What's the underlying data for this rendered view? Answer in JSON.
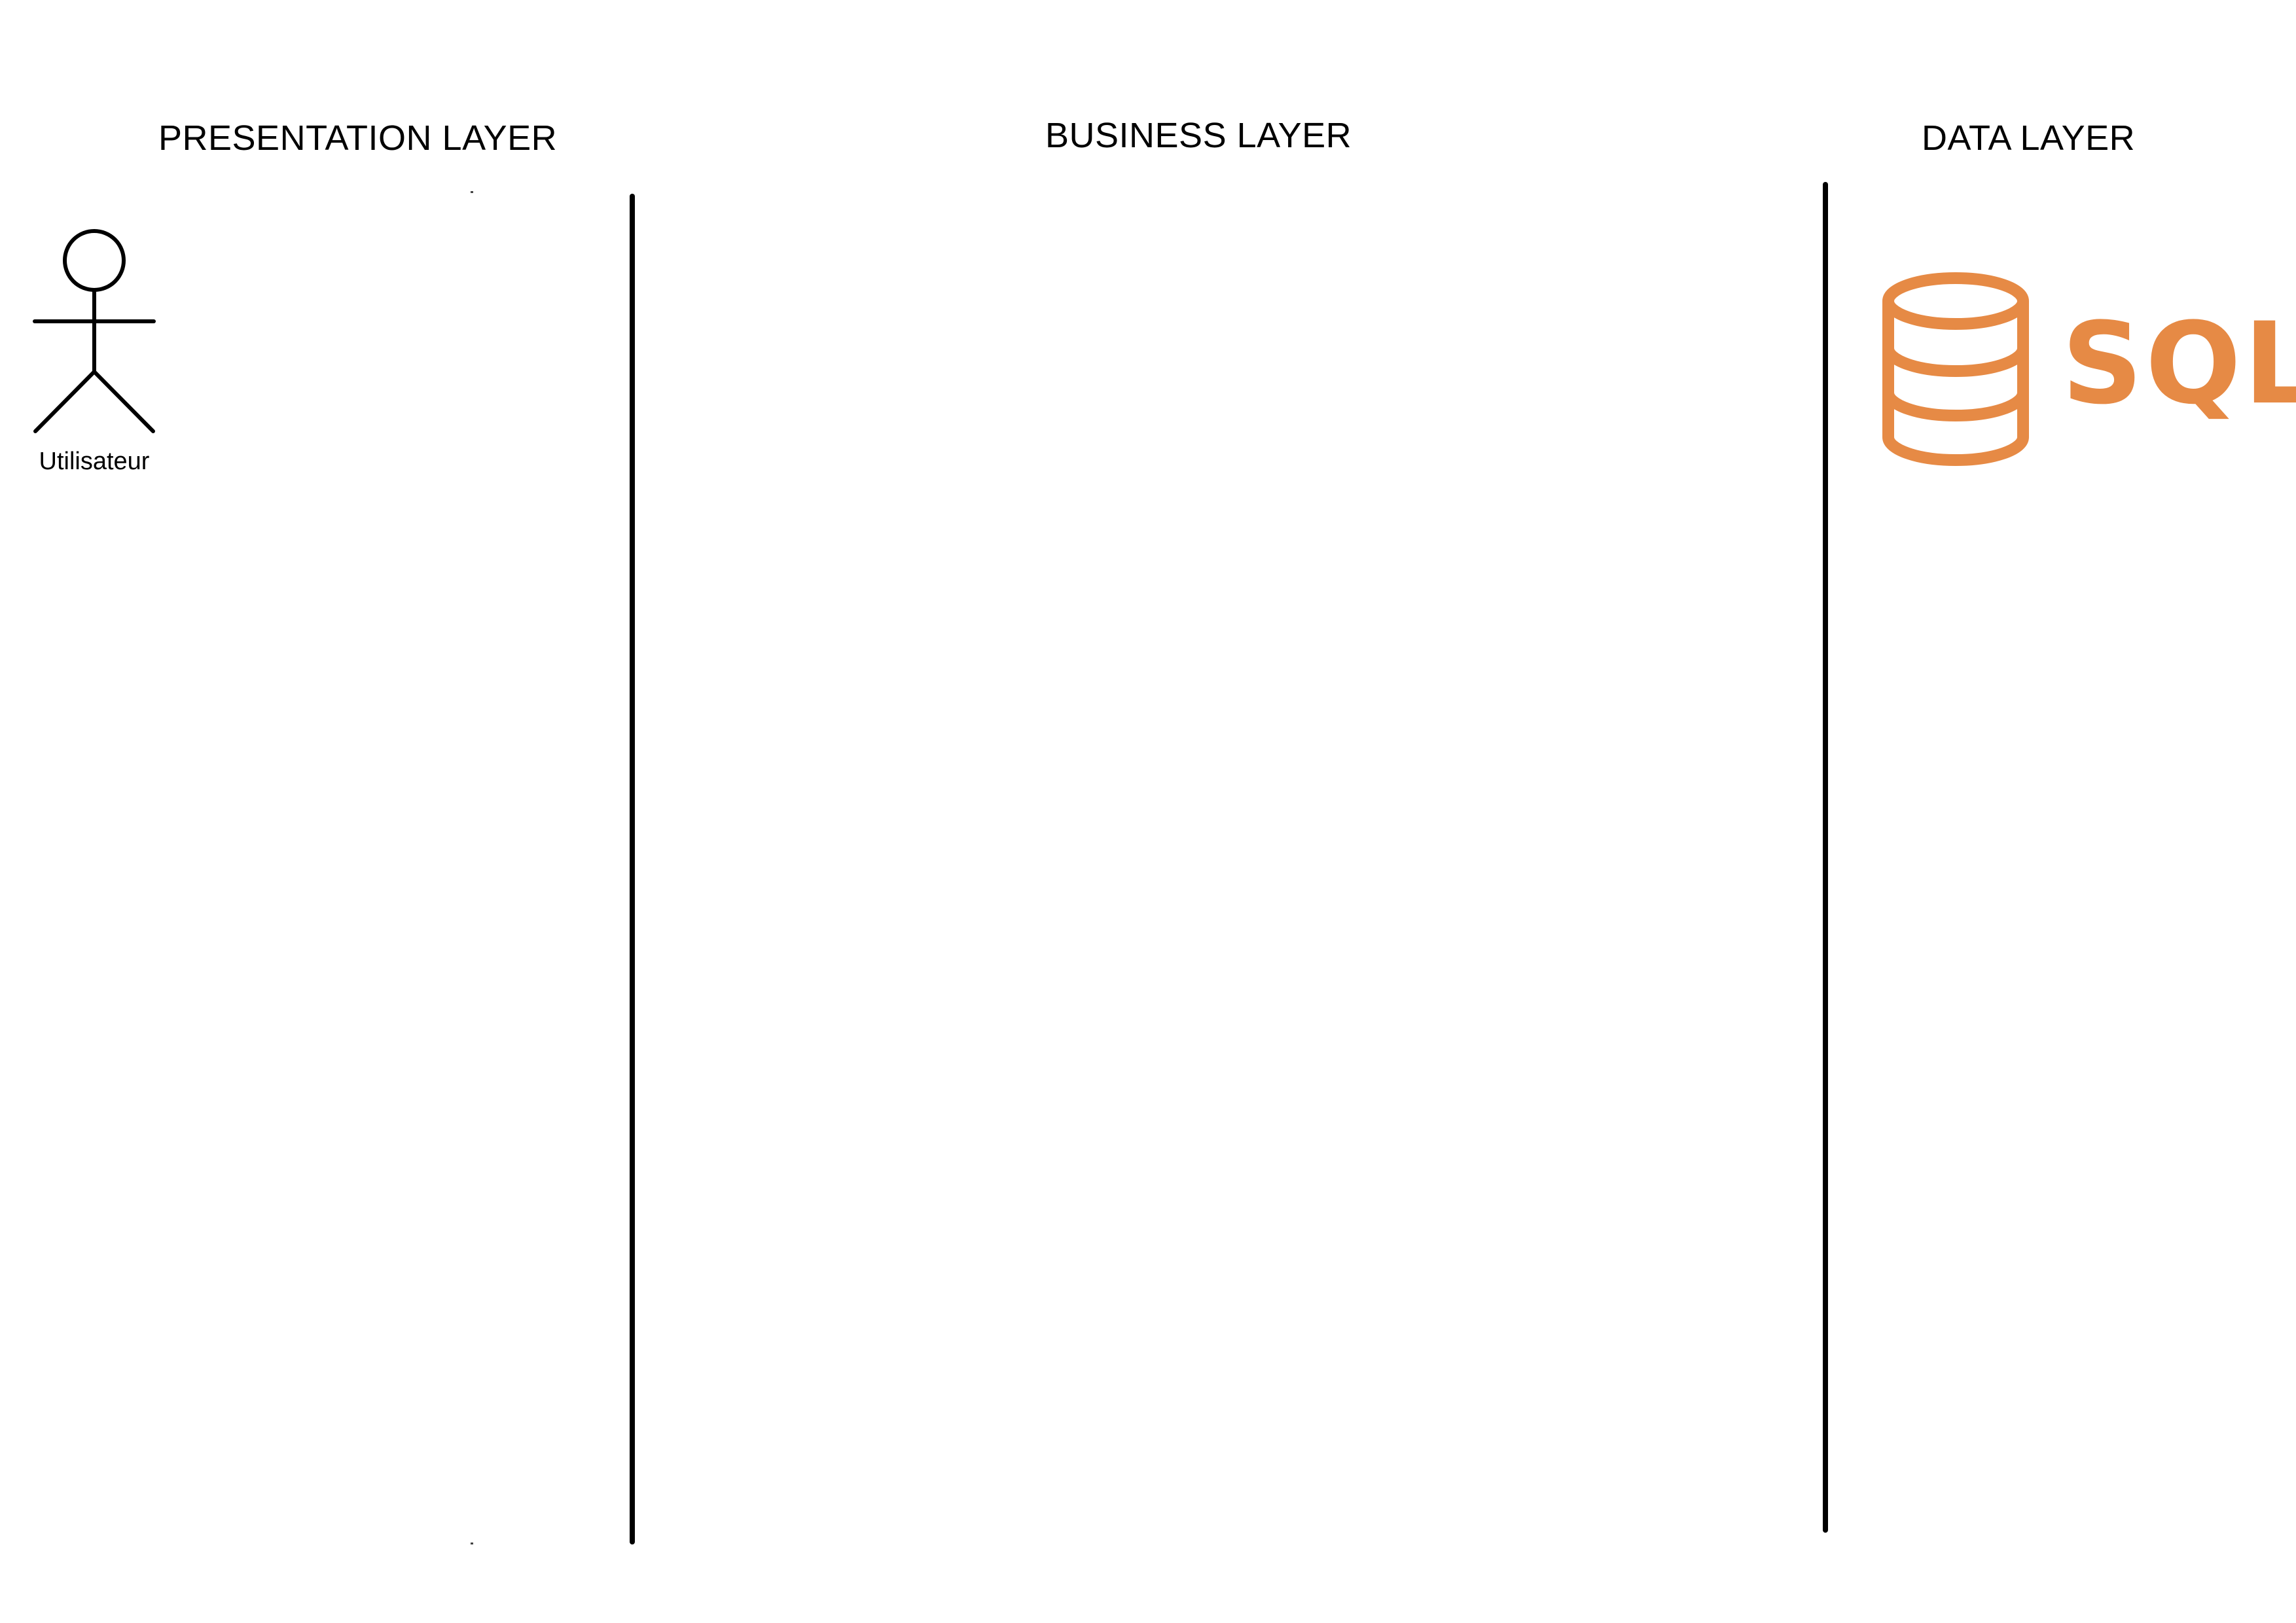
{
  "layers": {
    "presentation": {
      "title": "PRESENTATION LAYER"
    },
    "business": {
      "title": "BUSINESS LAYER"
    },
    "data": {
      "title": "DATA LAYER"
    }
  },
  "actor": {
    "label": "Utilisateur",
    "icon": "stick-figure-icon"
  },
  "database": {
    "icon": "database-stack-icon",
    "logo_text": "SQL",
    "color": "#E68A45"
  },
  "colors": {
    "lines": "#000000",
    "background": "#FFFFFF",
    "accent": "#E68A45"
  }
}
